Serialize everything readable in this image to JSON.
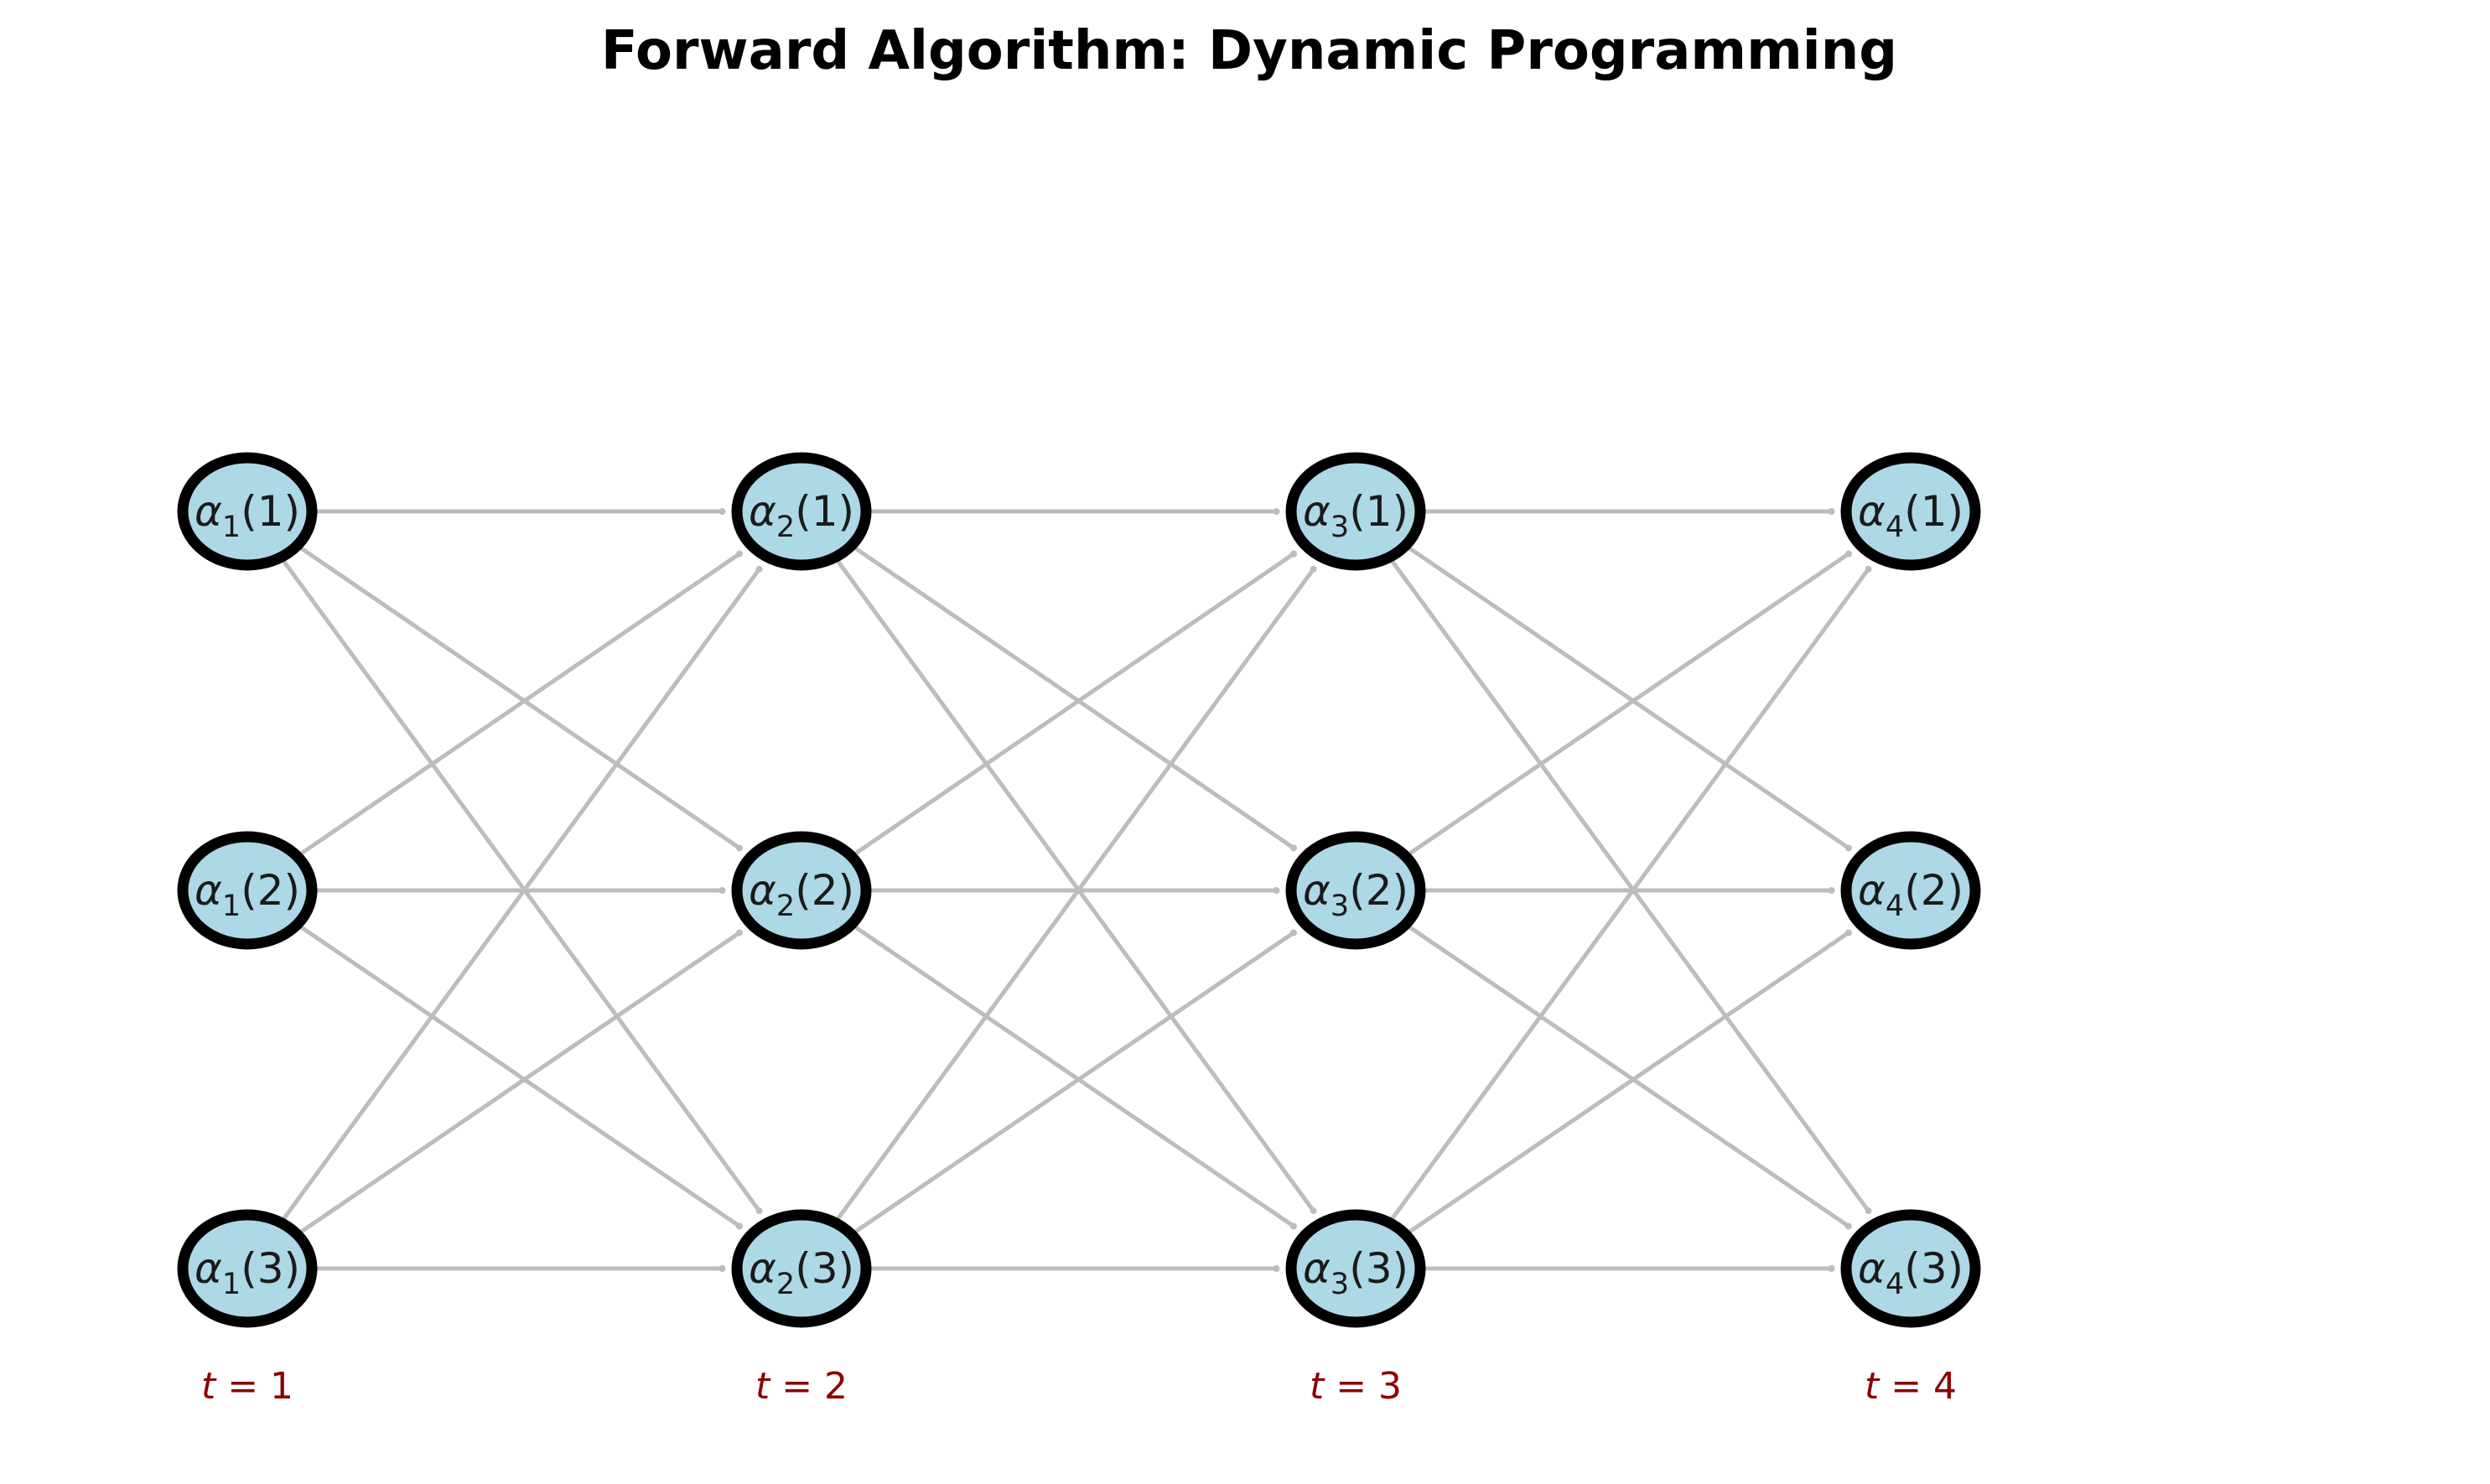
{
  "title": "Forward Algorithm: Dynamic Programming",
  "colors": {
    "background": "#ffffff",
    "title_text": "#000000",
    "node_fill": "#add8e6",
    "node_stroke": "#000000",
    "node_label_text": "#1a1a1a",
    "edge": "#bdbdbd",
    "time_label": "#8b0000"
  },
  "trellis": {
    "num_time_steps": 4,
    "num_states": 3,
    "time_steps": [
      {
        "time_label": {
          "symbol": "t",
          "rest": " = 1",
          "display": "t = 1"
        },
        "nodes": [
          {
            "base": "α",
            "sub": "1",
            "arg": "(1)",
            "display": "α1(1)"
          },
          {
            "base": "α",
            "sub": "1",
            "arg": "(2)",
            "display": "α1(2)"
          },
          {
            "base": "α",
            "sub": "1",
            "arg": "(3)",
            "display": "α1(3)"
          }
        ]
      },
      {
        "time_label": {
          "symbol": "t",
          "rest": " = 2",
          "display": "t = 2"
        },
        "nodes": [
          {
            "base": "α",
            "sub": "2",
            "arg": "(1)",
            "display": "α2(1)"
          },
          {
            "base": "α",
            "sub": "2",
            "arg": "(2)",
            "display": "α2(2)"
          },
          {
            "base": "α",
            "sub": "2",
            "arg": "(3)",
            "display": "α2(3)"
          }
        ]
      },
      {
        "time_label": {
          "symbol": "t",
          "rest": " = 3",
          "display": "t = 3"
        },
        "nodes": [
          {
            "base": "α",
            "sub": "3",
            "arg": "(1)",
            "display": "α3(1)"
          },
          {
            "base": "α",
            "sub": "3",
            "arg": "(2)",
            "display": "α3(2)"
          },
          {
            "base": "α",
            "sub": "3",
            "arg": "(3)",
            "display": "α3(3)"
          }
        ]
      },
      {
        "time_label": {
          "symbol": "t",
          "rest": " = 4",
          "display": "t = 4"
        },
        "nodes": [
          {
            "base": "α",
            "sub": "4",
            "arg": "(1)",
            "display": "α4(1)"
          },
          {
            "base": "α",
            "sub": "4",
            "arg": "(2)",
            "display": "α4(2)"
          },
          {
            "base": "α",
            "sub": "4",
            "arg": "(3)",
            "display": "α4(3)"
          }
        ]
      }
    ],
    "edges": [
      {
        "from": [
          1,
          1
        ],
        "to": [
          2,
          1
        ]
      },
      {
        "from": [
          1,
          1
        ],
        "to": [
          2,
          2
        ]
      },
      {
        "from": [
          1,
          1
        ],
        "to": [
          2,
          3
        ]
      },
      {
        "from": [
          1,
          2
        ],
        "to": [
          2,
          1
        ]
      },
      {
        "from": [
          1,
          2
        ],
        "to": [
          2,
          2
        ]
      },
      {
        "from": [
          1,
          2
        ],
        "to": [
          2,
          3
        ]
      },
      {
        "from": [
          1,
          3
        ],
        "to": [
          2,
          1
        ]
      },
      {
        "from": [
          1,
          3
        ],
        "to": [
          2,
          2
        ]
      },
      {
        "from": [
          1,
          3
        ],
        "to": [
          2,
          3
        ]
      },
      {
        "from": [
          2,
          1
        ],
        "to": [
          3,
          1
        ]
      },
      {
        "from": [
          2,
          1
        ],
        "to": [
          3,
          2
        ]
      },
      {
        "from": [
          2,
          1
        ],
        "to": [
          3,
          3
        ]
      },
      {
        "from": [
          2,
          2
        ],
        "to": [
          3,
          1
        ]
      },
      {
        "from": [
          2,
          2
        ],
        "to": [
          3,
          2
        ]
      },
      {
        "from": [
          2,
          2
        ],
        "to": [
          3,
          3
        ]
      },
      {
        "from": [
          2,
          3
        ],
        "to": [
          3,
          1
        ]
      },
      {
        "from": [
          2,
          3
        ],
        "to": [
          3,
          2
        ]
      },
      {
        "from": [
          2,
          3
        ],
        "to": [
          3,
          3
        ]
      },
      {
        "from": [
          3,
          1
        ],
        "to": [
          4,
          1
        ]
      },
      {
        "from": [
          3,
          1
        ],
        "to": [
          4,
          2
        ]
      },
      {
        "from": [
          3,
          1
        ],
        "to": [
          4,
          3
        ]
      },
      {
        "from": [
          3,
          2
        ],
        "to": [
          4,
          1
        ]
      },
      {
        "from": [
          3,
          2
        ],
        "to": [
          4,
          2
        ]
      },
      {
        "from": [
          3,
          2
        ],
        "to": [
          4,
          3
        ]
      },
      {
        "from": [
          3,
          3
        ],
        "to": [
          4,
          1
        ]
      },
      {
        "from": [
          3,
          3
        ],
        "to": [
          4,
          2
        ]
      },
      {
        "from": [
          3,
          3
        ],
        "to": [
          4,
          3
        ]
      }
    ]
  }
}
